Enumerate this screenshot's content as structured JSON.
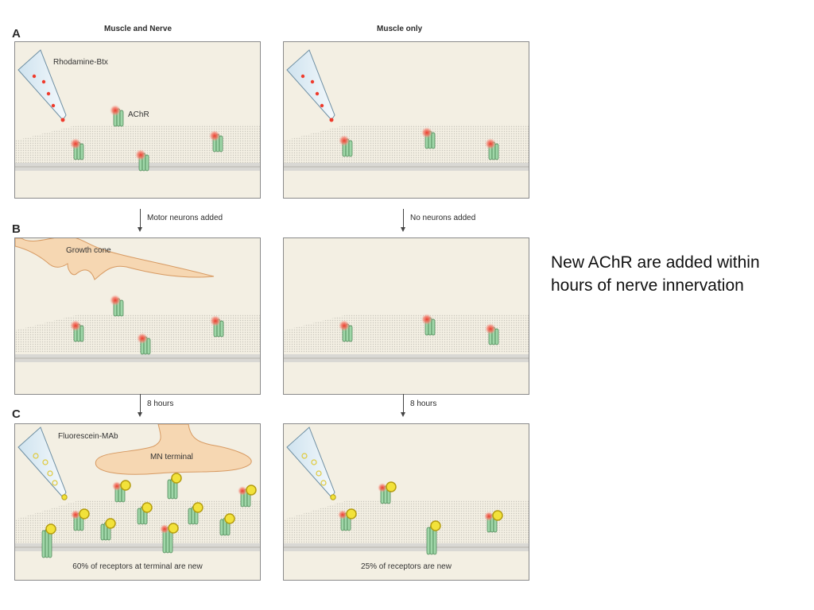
{
  "header": {
    "col_left": "Muscle and Nerve",
    "col_right": "Muscle only"
  },
  "rows": {
    "a": "A",
    "b": "B",
    "c": "C"
  },
  "arrows": {
    "left_ab": "Motor neurons added",
    "right_ab": "No neurons added",
    "left_bc": "8 hours",
    "right_bc": "8 hours"
  },
  "labels": {
    "rhodamine": "Rhodamine-Btx",
    "achr": "AChR",
    "growth_cone": "Growth cone",
    "fluorescein": "Fluorescein-MAb",
    "mn_terminal": "MN terminal"
  },
  "captions": {
    "left_c": "60% of receptors at terminal are new",
    "right_c": "25% of receptors are new"
  },
  "side_text": "New AChR are added within hours of nerve innervation",
  "colors": {
    "panel_bg": "#f3efe3",
    "membrane": "#dcdad2",
    "receptor": "#9fd6a8",
    "rhodamine_red": "#ef3b2c",
    "fluorescein_yellow": "#f2e23a",
    "nerve": "#f6d7b2"
  }
}
